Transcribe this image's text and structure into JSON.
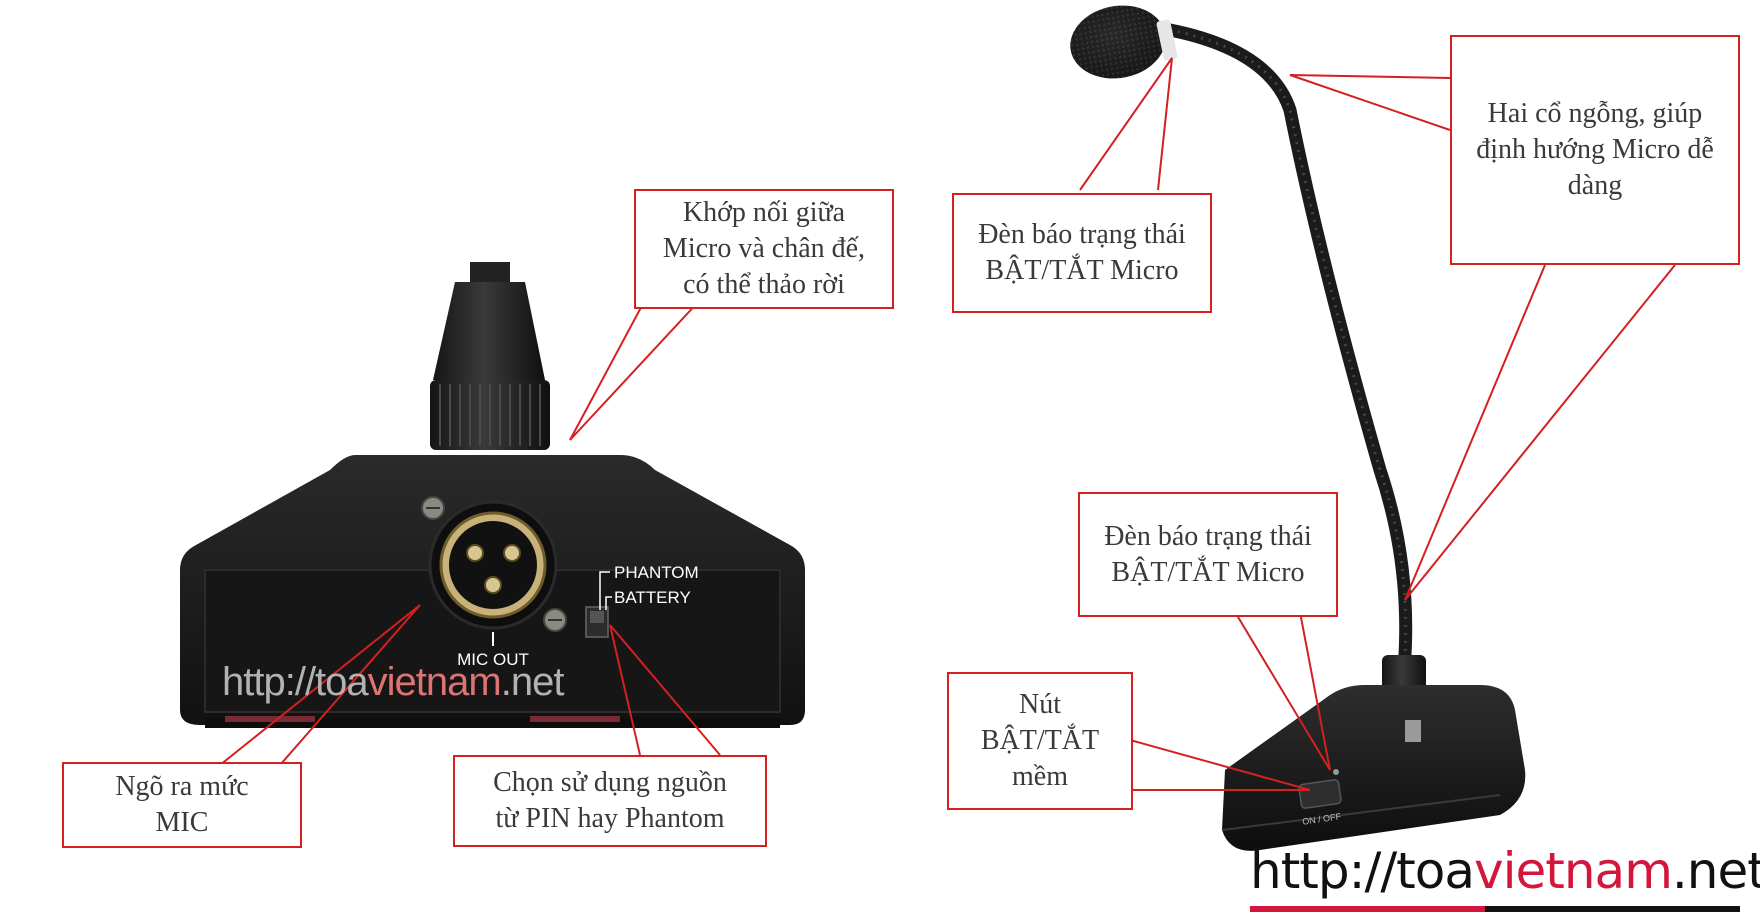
{
  "callouts": {
    "khop_noi": "Khớp nối giữa\nMicro và chân đế,\ncó thể thảo rời",
    "den_bao_top": "Đèn báo trạng thái\nBẬT/TẮT Micro",
    "co_ngong": "Hai cổ ngỗng, giúp\nđịnh hướng Micro dễ\ndàng",
    "den_bao_bottom": "Đèn báo trạng thái\nBẬT/TẮT Micro",
    "nut_bat_tat": "Nút\nBẬT/TẮT\nmềm",
    "ngo_ra": "Ngõ ra mức\nMIC",
    "chon_nguon": "Chọn sử dụng nguồn\ntừ PIN hay Phantom"
  },
  "panel_labels": {
    "phantom": "PHANTOM",
    "battery": "BATTERY",
    "mic_out": "MIC OUT"
  },
  "base_labels": {
    "on_off": "ON / OFF"
  },
  "watermark_small": {
    "prefix": "http://toa",
    "accent": "vietnam",
    "suffix": ".net"
  },
  "watermark_big": {
    "prefix": "http://toa",
    "accent": "vietnam",
    "suffix": ".net"
  },
  "colors": {
    "callout_border": "#d42020",
    "leader_line": "#d42020",
    "watermark_accent": "#d3163c",
    "device_body": "#1c1c1c"
  }
}
